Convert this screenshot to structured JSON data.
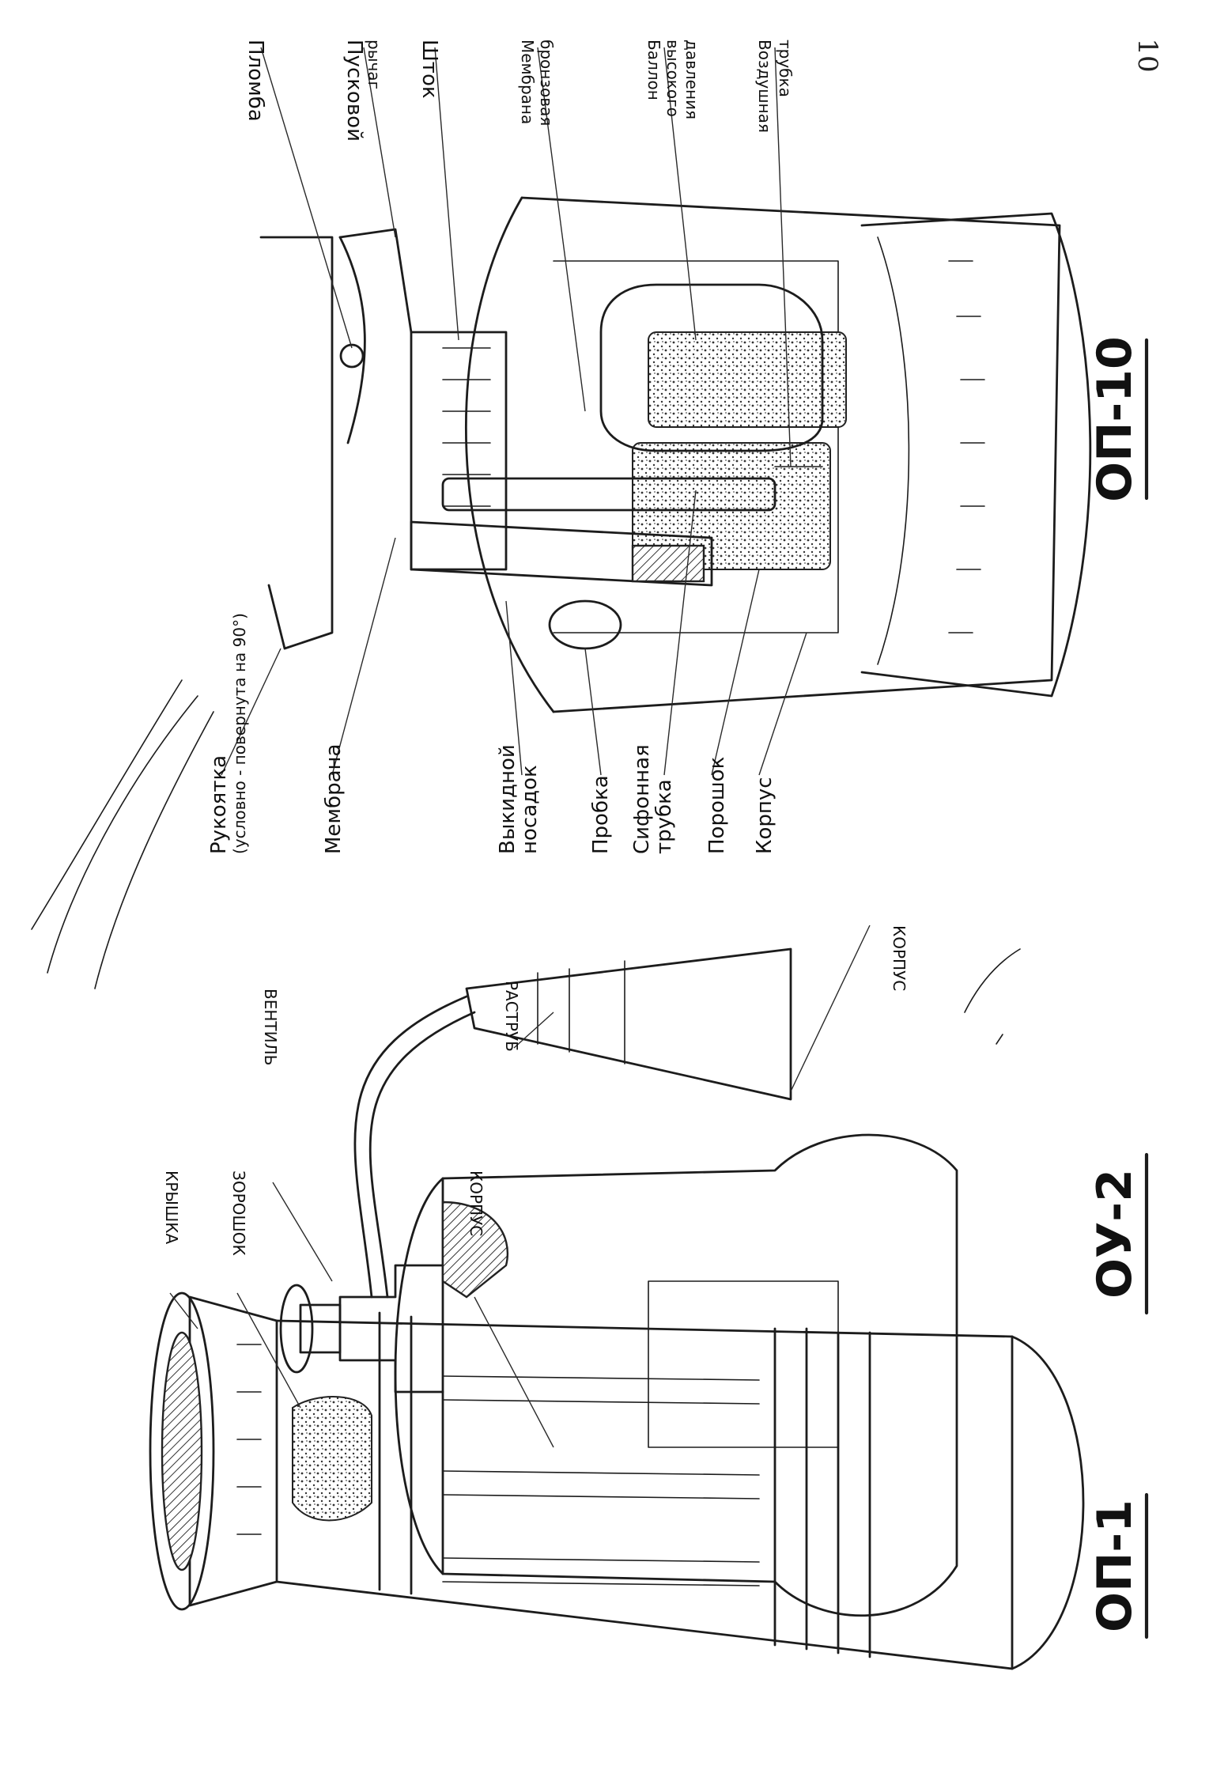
{
  "page_number": "10",
  "figures": [
    {
      "id": "op-1",
      "caption": "ОП-1",
      "labels": [
        "КРЫШКА",
        "ЗОРОШОК",
        "КОРПУС"
      ]
    },
    {
      "id": "ou-2",
      "caption": "ОУ-2",
      "labels": [
        "ВЕНТИЛЬ",
        "РАСТРУБ",
        "КОРПУС"
      ]
    },
    {
      "id": "op-10",
      "caption": "ОП-10",
      "labels_left": [
        "Рукоятка",
        "(условно - повернута на 90°)",
        "Мембрана",
        "Выкидной",
        "носадок",
        "Пробка",
        "Сифонная",
        "трубка",
        "Порошок",
        "Корпус"
      ],
      "labels_right": [
        "Пломба",
        "Пусковой",
        "рычаг",
        "Шток",
        "Мембрана",
        "бронзовая",
        "Баллон",
        "высокого",
        "давления",
        "Воздушная",
        "трубка"
      ]
    }
  ],
  "colors": {
    "ink": "#1c1c1c",
    "paper": "#ffffff"
  }
}
